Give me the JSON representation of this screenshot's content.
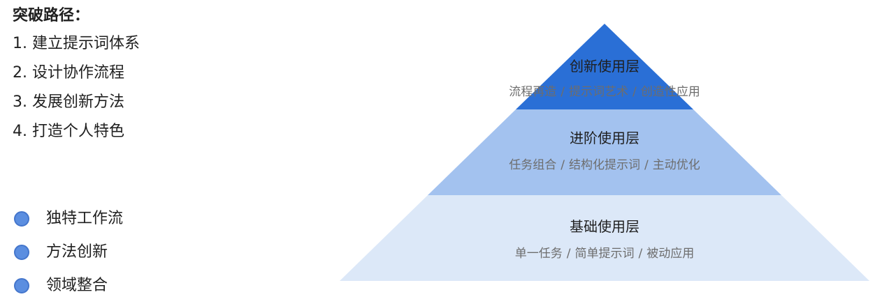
{
  "path": {
    "title": "突破路径：",
    "steps": [
      "1. 建立提示词体系",
      "2. 设计协作流程",
      "3. 发展创新方法",
      "4. 打造个人特色"
    ]
  },
  "features": [
    {
      "label": "独特工作流"
    },
    {
      "label": "方法创新"
    },
    {
      "label": "领域整合"
    }
  ],
  "pyramid": {
    "layers": [
      {
        "name": "创新使用层",
        "items": [
          "流程再造",
          "提示词艺术",
          "创造性应用"
        ],
        "color": "#2a6fd6"
      },
      {
        "name": "进阶使用层",
        "items": [
          "任务组合",
          "结构化提示词",
          "主动优化"
        ],
        "color": "#a3c2ef"
      },
      {
        "name": "基础使用层",
        "items": [
          "单一任务",
          "简单提示词",
          "被动应用"
        ],
        "color": "#dce8f8"
      }
    ],
    "separator": "/"
  },
  "colors": {
    "bullet": "#5b8ee0",
    "bullet_border": "#4476cc"
  }
}
